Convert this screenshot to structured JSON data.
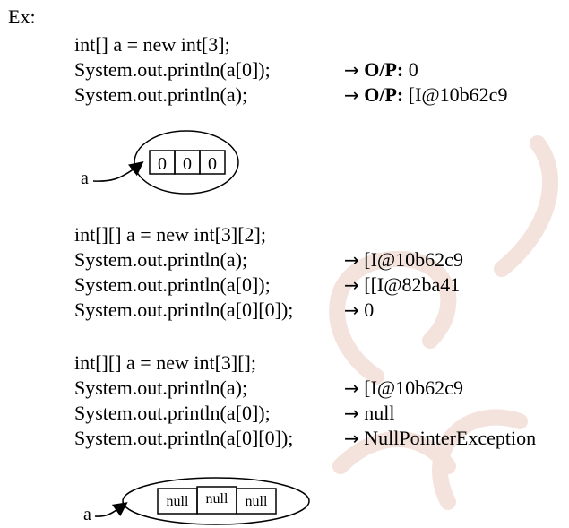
{
  "heading": "Ex:",
  "block1": {
    "code": [
      "int[] a = new int[3];",
      "System.out.println(a[0]);",
      "System.out.println(a);"
    ],
    "outputs": [
      {
        "prefix": "O/P:",
        "value": " 0"
      },
      {
        "prefix": "O/P:",
        "value": " [I@10b62c9"
      }
    ],
    "diagram_label": "a",
    "cells": [
      "0",
      "0",
      "0"
    ]
  },
  "block2": {
    "code": [
      "int[][] a = new int[3][2];",
      "System.out.println(a);",
      "System.out.println(a[0]);",
      "System.out.println(a[0][0]);"
    ],
    "outputs": [
      "[I@10b62c9",
      "[[I@82ba41",
      "0"
    ]
  },
  "block3": {
    "code": [
      "int[][] a = new int[3][];",
      "System.out.println(a);",
      "System.out.println(a[0]);",
      "System.out.println(a[0][0]);"
    ],
    "outputs": [
      "[I@10b62c9",
      "null",
      "NullPointerException"
    ],
    "diagram_label": "a",
    "cells": [
      "null",
      "null",
      "null"
    ]
  },
  "arrow_glyph": "→",
  "colors": {
    "text": "#000000",
    "watermark": "#f3e3dc"
  }
}
